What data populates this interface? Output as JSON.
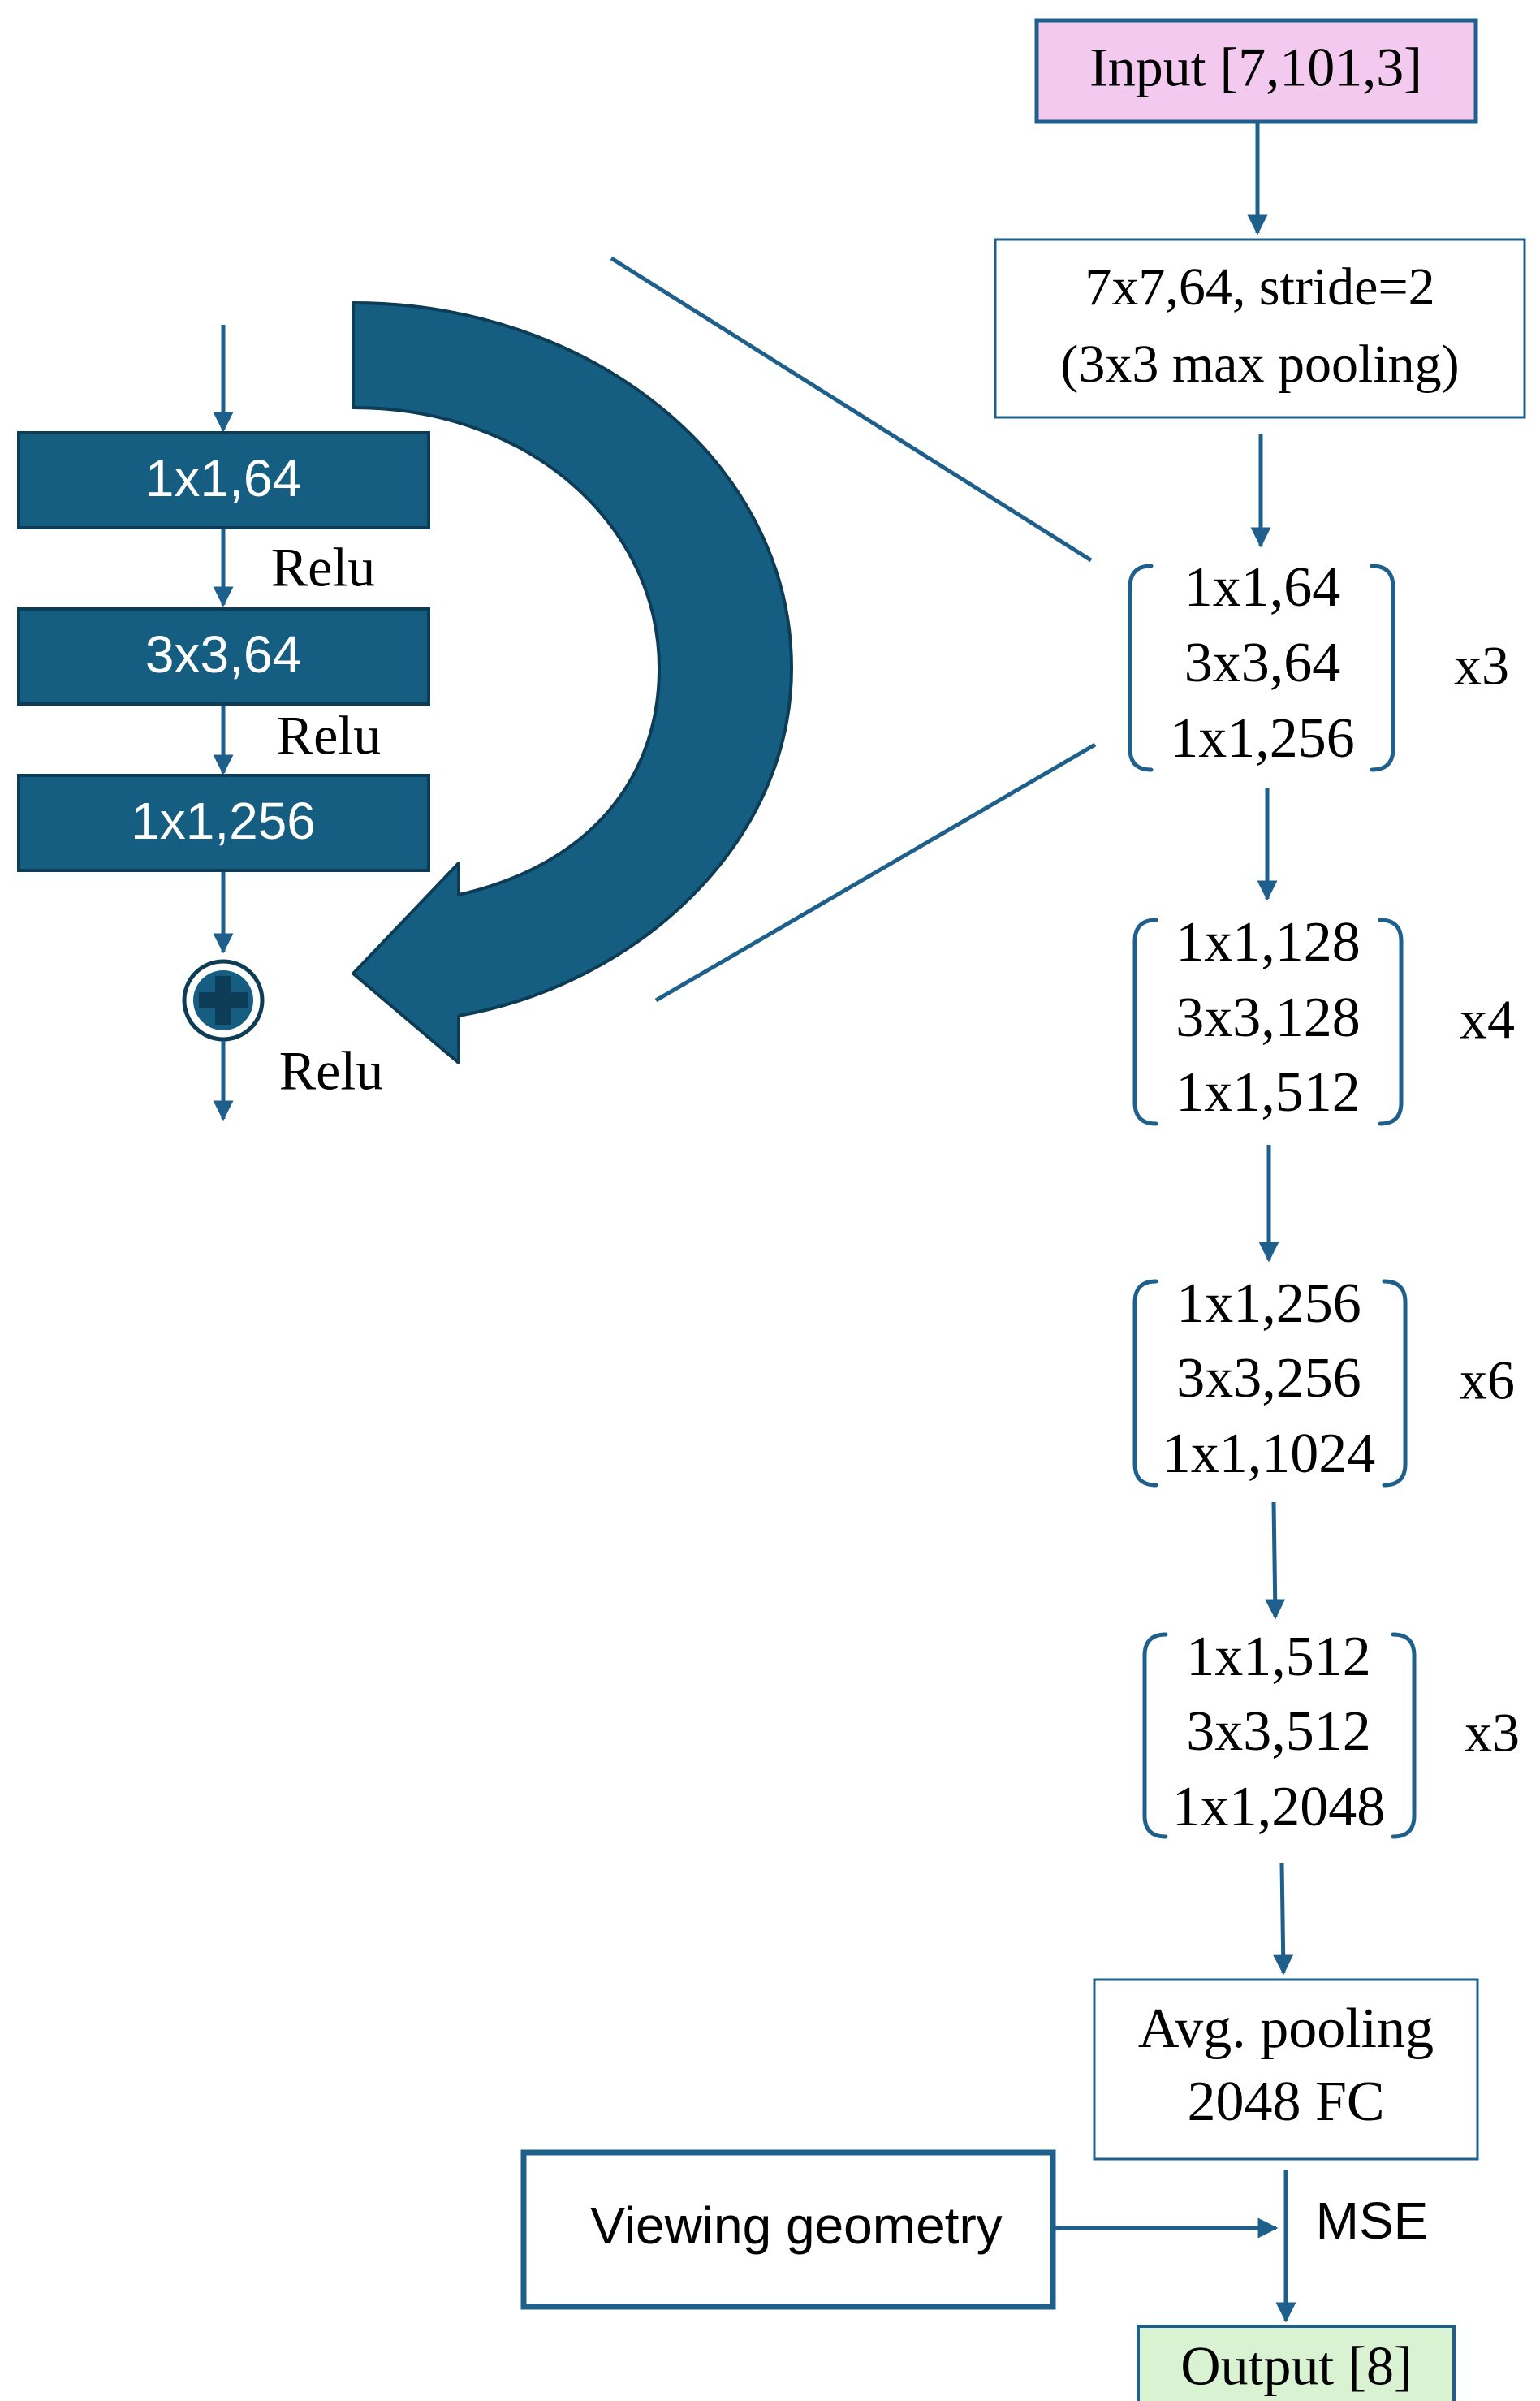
{
  "colors": {
    "accent": "#1f5f8b",
    "block_fill": "#155e82",
    "input_fill": "#f3c9ef",
    "output_fill": "#d8f2d2"
  },
  "main": {
    "input_label": "Input [7,101,3]",
    "conv1_line1": "7x7,64, stride=2",
    "conv1_line2": "(3x3 max pooling)",
    "stages": [
      {
        "lines": [
          "1x1,64",
          "3x3,64",
          "1x1,256"
        ],
        "repeat": "x3"
      },
      {
        "lines": [
          "1x1,128",
          "3x3,128",
          "1x1,512"
        ],
        "repeat": "x4"
      },
      {
        "lines": [
          "1x1,256",
          "3x3,256",
          "1x1,1024"
        ],
        "repeat": "x6"
      },
      {
        "lines": [
          "1x1,512",
          "3x3,512",
          "1x1,2048"
        ],
        "repeat": "x3"
      }
    ],
    "pool_line1": "Avg. pooling",
    "pool_line2": "2048 FC",
    "loss_label": "MSE",
    "output_label": "Output [8]",
    "viewing_label": "Viewing geometry"
  },
  "detail": {
    "layers": [
      "1x1,64",
      "3x3,64",
      "1x1,256"
    ],
    "relu_labels": [
      "Relu",
      "Relu",
      "Relu"
    ],
    "add_symbol": "add-icon"
  }
}
